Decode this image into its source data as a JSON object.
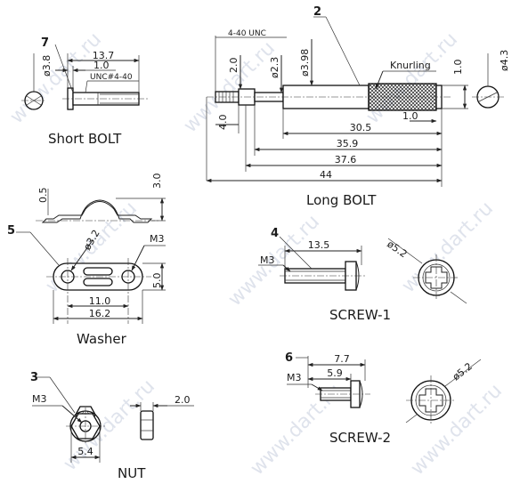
{
  "watermark": "www.dart.ru",
  "short_bolt": {
    "callout": "7",
    "caption": "Short BOLT",
    "dia_head": "ø3.8",
    "length": "13.7",
    "head_len": "1.0",
    "thread": "UNC#4-40"
  },
  "long_bolt": {
    "callout": "2",
    "caption": "Long BOLT",
    "thread": "4-40 UNC",
    "dim_2_0": "2.0",
    "dia_2_3": "ø2.3",
    "dia_3_98": "ø3.98",
    "knurling": "Knurling",
    "end_1_0": "1.0",
    "dia_4_3": "ø4.3",
    "dim_4_0": "4.0",
    "slot_1_0": "1.0",
    "d_30_5": "30.5",
    "d_35_9": "35.9",
    "d_37_6": "37.6",
    "d_44": "44"
  },
  "washer": {
    "callout": "5",
    "caption": "Washer",
    "t_0_5": "0.5",
    "h_3_0": "3.0",
    "hole": "ø3.2",
    "thread": "M3",
    "w_5_0": "5.0",
    "pitch_11_0": "11.0",
    "len_16_2": "16.2"
  },
  "screw1": {
    "callout": "4",
    "caption": "SCREW-1",
    "length": "13.5",
    "thread": "M3",
    "head_dia": "ø5.2"
  },
  "screw2": {
    "callout": "6",
    "caption": "SCREW-2",
    "length": "7.7",
    "thread_len": "5.9",
    "thread": "M3",
    "head_dia": "ø5.2"
  },
  "nut": {
    "callout": "3",
    "caption": "NUT",
    "thread": "M3",
    "width": "5.4",
    "thickness": "2.0"
  }
}
